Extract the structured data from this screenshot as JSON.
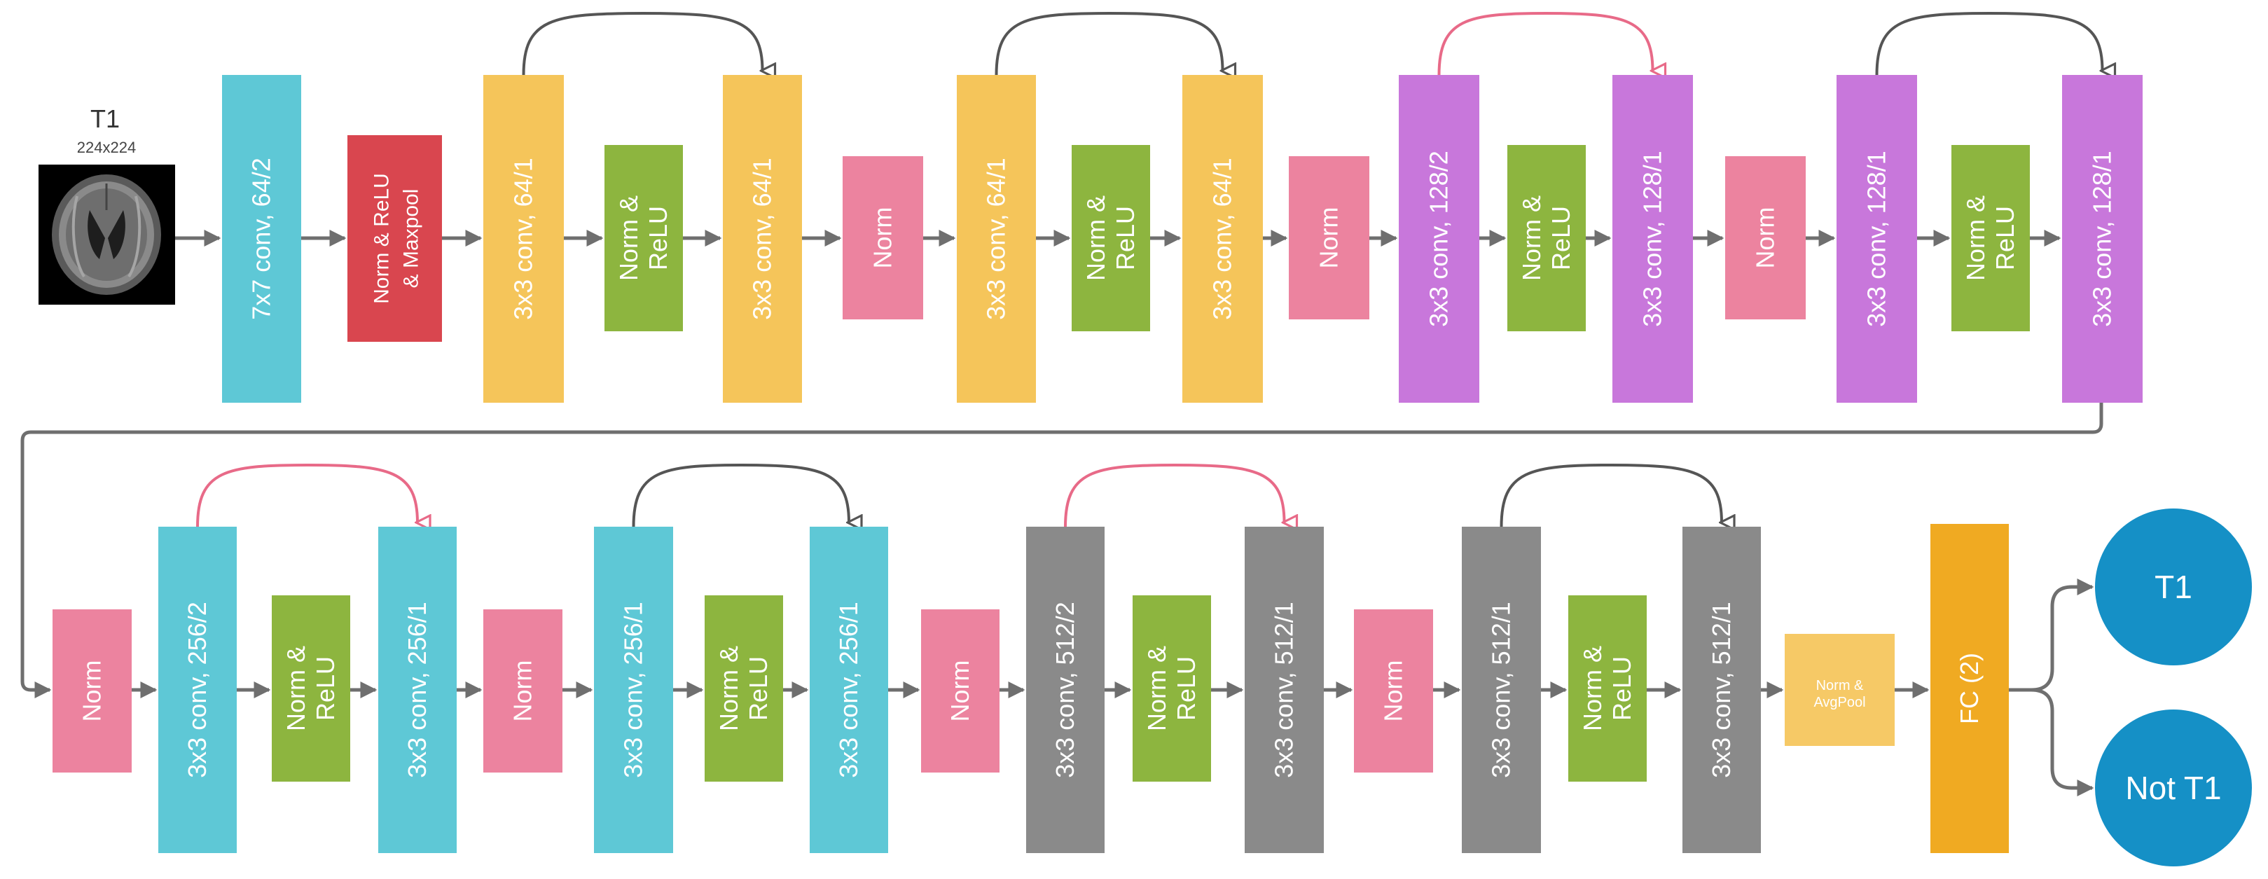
{
  "input": {
    "title": "T1",
    "size": "224x224",
    "image_name": "brain-mri-scan-thumbnail"
  },
  "colors": {
    "cyan": "#5ec8d6",
    "red": "#d9464f",
    "yellow": "#f5c55a",
    "green": "#8db53f",
    "pink": "#ec839f",
    "purple": "#c877db",
    "gray": "#8a8a8a",
    "light_yellow": "#f6c966",
    "orange": "#f0aa22",
    "blue": "#1590c6",
    "arrow": "#6f6f6f",
    "skip_black": "#555555",
    "skip_pink": "#e86a88",
    "text": "#ffffff"
  },
  "row1": [
    {
      "label": "7x7 conv, 64/2",
      "color": "cyan"
    },
    {
      "label": "Norm & ReLU & Maxpool",
      "color": "red"
    },
    {
      "label": "3x3 conv, 64/1",
      "color": "yellow"
    },
    {
      "label": "Norm & ReLU",
      "color": "green"
    },
    {
      "label": "3x3 conv, 64/1",
      "color": "yellow"
    },
    {
      "label": "Norm",
      "color": "pink"
    },
    {
      "label": "3x3 conv, 64/1",
      "color": "yellow"
    },
    {
      "label": "Norm & ReLU",
      "color": "green"
    },
    {
      "label": "3x3 conv, 64/1",
      "color": "yellow"
    },
    {
      "label": "Norm",
      "color": "pink"
    },
    {
      "label": "3x3 conv, 128/2",
      "color": "purple"
    },
    {
      "label": "Norm & ReLU",
      "color": "green"
    },
    {
      "label": "3x3 conv, 128/1",
      "color": "purple"
    },
    {
      "label": "Norm",
      "color": "pink"
    },
    {
      "label": "3x3 conv, 128/1",
      "color": "purple"
    },
    {
      "label": "Norm & ReLU",
      "color": "green"
    },
    {
      "label": "3x3 conv, 128/1",
      "color": "purple"
    }
  ],
  "row2": [
    {
      "label": "Norm",
      "color": "pink"
    },
    {
      "label": "3x3 conv, 256/2",
      "color": "cyan"
    },
    {
      "label": "Norm & ReLU",
      "color": "green"
    },
    {
      "label": "3x3 conv, 256/1",
      "color": "cyan"
    },
    {
      "label": "Norm",
      "color": "pink"
    },
    {
      "label": "3x3 conv, 256/1",
      "color": "cyan"
    },
    {
      "label": "Norm & ReLU",
      "color": "green"
    },
    {
      "label": "3x3 conv, 256/1",
      "color": "cyan"
    },
    {
      "label": "Norm",
      "color": "pink"
    },
    {
      "label": "3x3 conv, 512/2",
      "color": "gray"
    },
    {
      "label": "Norm & ReLU",
      "color": "green"
    },
    {
      "label": "3x3 conv, 512/1",
      "color": "gray"
    },
    {
      "label": "Norm",
      "color": "pink"
    },
    {
      "label": "3x3 conv, 512/1",
      "color": "gray"
    },
    {
      "label": "Norm & ReLU",
      "color": "green"
    },
    {
      "label": "3x3 conv, 512/1",
      "color": "gray"
    },
    {
      "label": "Norm & AvgPool",
      "color": "light_yellow"
    },
    {
      "label": "FC (2)",
      "color": "orange"
    }
  ],
  "outputs": [
    {
      "label": "T1",
      "color": "blue"
    },
    {
      "label": "Not T1",
      "color": "blue"
    }
  ],
  "skips": [
    {
      "row": 1,
      "from": 2,
      "to": 4,
      "color": "skip_black"
    },
    {
      "row": 1,
      "from": 6,
      "to": 8,
      "color": "skip_black"
    },
    {
      "row": 1,
      "from": 10,
      "to": 12,
      "color": "skip_pink"
    },
    {
      "row": 1,
      "from": 14,
      "to": 16,
      "color": "skip_black"
    },
    {
      "row": 2,
      "from": 1,
      "to": 3,
      "color": "skip_pink"
    },
    {
      "row": 2,
      "from": 5,
      "to": 7,
      "color": "skip_black"
    },
    {
      "row": 2,
      "from": 9,
      "to": 11,
      "color": "skip_pink"
    },
    {
      "row": 2,
      "from": 13,
      "to": 15,
      "color": "skip_black"
    }
  ]
}
